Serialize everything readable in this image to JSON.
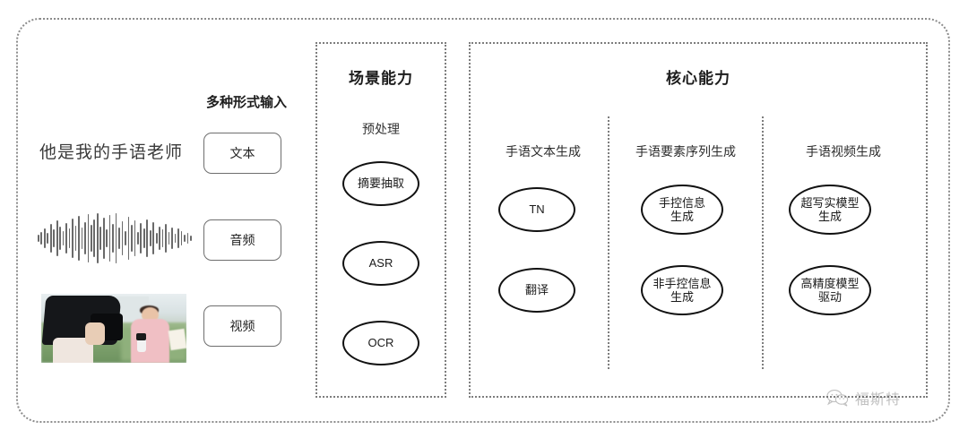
{
  "diagram": {
    "input_section": {
      "heading": "多种形式输入",
      "sample_text": "他是我的手语老师",
      "modality_chips": [
        {
          "label": "文本",
          "icon": "text-icon"
        },
        {
          "label": "音频",
          "icon": "waveform-icon"
        },
        {
          "label": "视频",
          "icon": "video-thumbnail-icon"
        }
      ]
    },
    "scene_panel": {
      "title": "场景能力",
      "subtitle": "预处理",
      "nodes": [
        {
          "label": "摘要抽取"
        },
        {
          "label": "ASR"
        },
        {
          "label": "OCR"
        }
      ]
    },
    "core_panel": {
      "title": "核心能力",
      "columns": [
        {
          "header": "手语文本生成",
          "nodes": [
            {
              "label": "TN"
            },
            {
              "label": "翻译"
            }
          ]
        },
        {
          "header": "手语要素序列生成",
          "nodes": [
            {
              "label": "手控信息\n生成"
            },
            {
              "label": "非手控信息\n生成"
            }
          ]
        },
        {
          "header": "手语视频生成",
          "nodes": [
            {
              "label": "超写实模型\n生成"
            },
            {
              "label": "高精度模型\n驱动"
            }
          ]
        }
      ]
    },
    "watermark": {
      "text": "福斯特",
      "icon": "wechat-bubble-icon"
    },
    "colors": {
      "background": "#ffffff",
      "frame_border": "#8c8c8c",
      "panel_border": "#7d7d7d",
      "ellipse_border": "#111111",
      "chip_border": "#6e6e6e",
      "text": "#2b2b2b"
    }
  }
}
